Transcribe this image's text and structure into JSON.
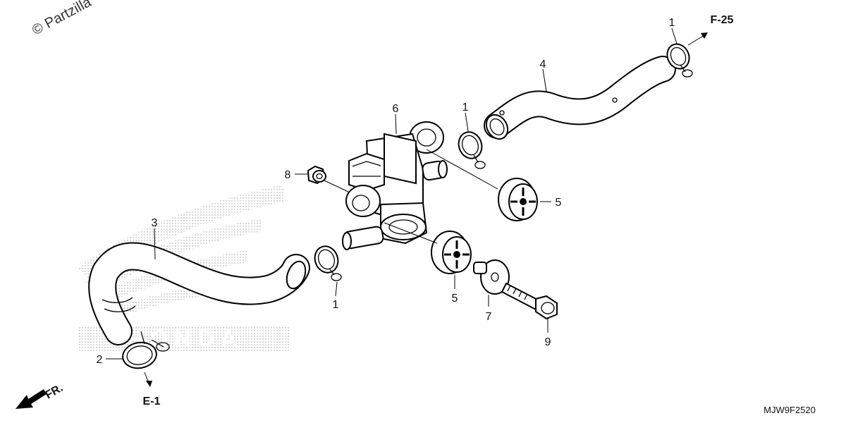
{
  "watermark": "© Partzilla",
  "references": {
    "top_right": "F-25",
    "bottom_left": "E-1",
    "direction": "FR."
  },
  "diagram_code": "MJW9F2520",
  "background_logo": "HONDA",
  "callouts": {
    "c1_top": "1",
    "c1_mid": "1",
    "c1_low": "1",
    "c2": "2",
    "c3": "3",
    "c4": "4",
    "c5_right": "5",
    "c5_low": "5",
    "c6": "6",
    "c7": "7",
    "c8": "8",
    "c9": "9"
  }
}
